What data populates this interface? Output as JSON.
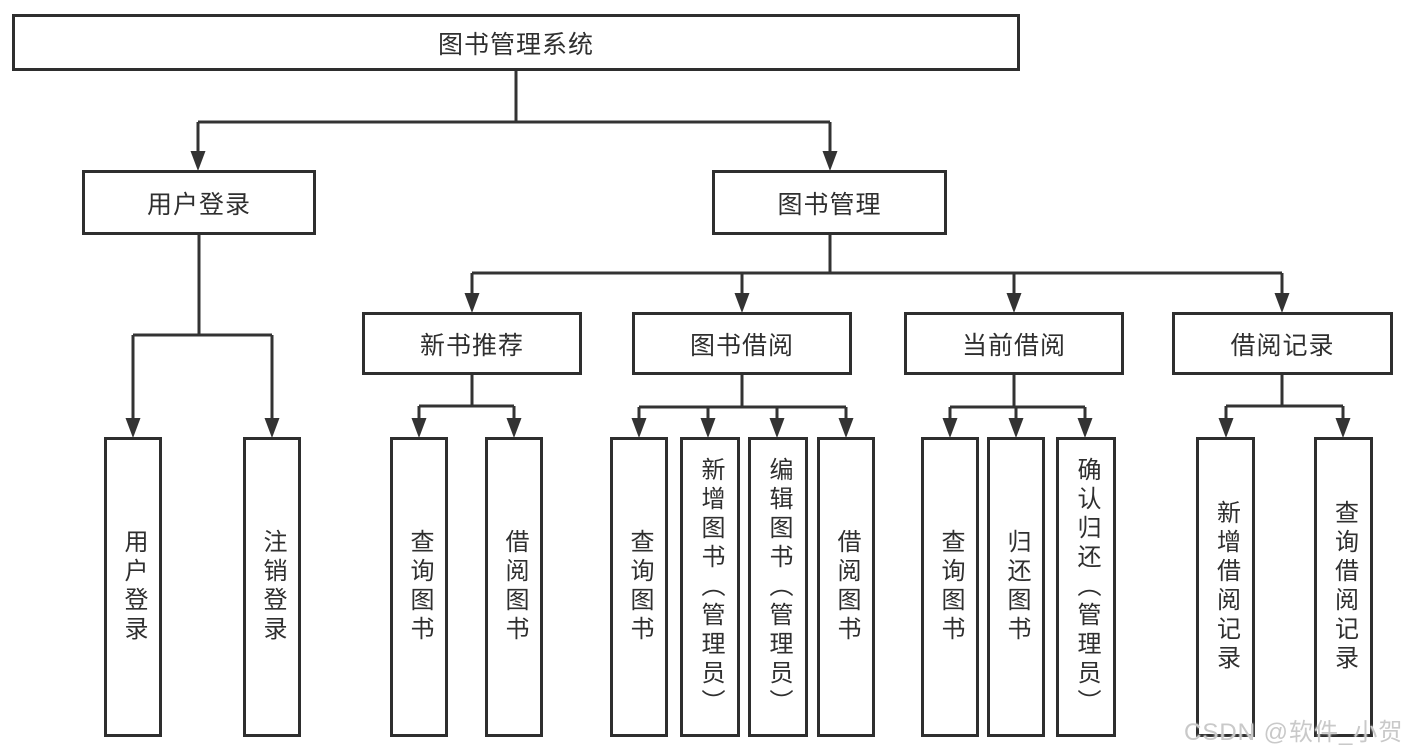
{
  "colors": {
    "background": "#ffffff",
    "line": "#333333",
    "box_border": "#2e2e2e",
    "text": "#2f2f2f",
    "watermark": "#c9c9c9"
  },
  "tree": {
    "label": "图书管理系统",
    "children": [
      {
        "label": "用户登录",
        "children": [
          {
            "label": "用户登录"
          },
          {
            "label": "注销登录"
          }
        ]
      },
      {
        "label": "图书管理",
        "children": [
          {
            "label": "新书推荐",
            "children": [
              {
                "label": "查询图书"
              },
              {
                "label": "借阅图书"
              }
            ]
          },
          {
            "label": "图书借阅",
            "children": [
              {
                "label": "查询图书"
              },
              {
                "label": "新增图书（管理员）"
              },
              {
                "label": "编辑图书（管理员）"
              },
              {
                "label": "借阅图书"
              }
            ]
          },
          {
            "label": "当前借阅",
            "children": [
              {
                "label": "查询图书"
              },
              {
                "label": "归还图书"
              },
              {
                "label": "确认归还（管理员）"
              }
            ]
          },
          {
            "label": "借阅记录",
            "children": [
              {
                "label": "新增借阅记录"
              },
              {
                "label": "查询借阅记录"
              }
            ]
          }
        ]
      }
    ]
  },
  "watermark": "CSDN @软件_小贺同学"
}
